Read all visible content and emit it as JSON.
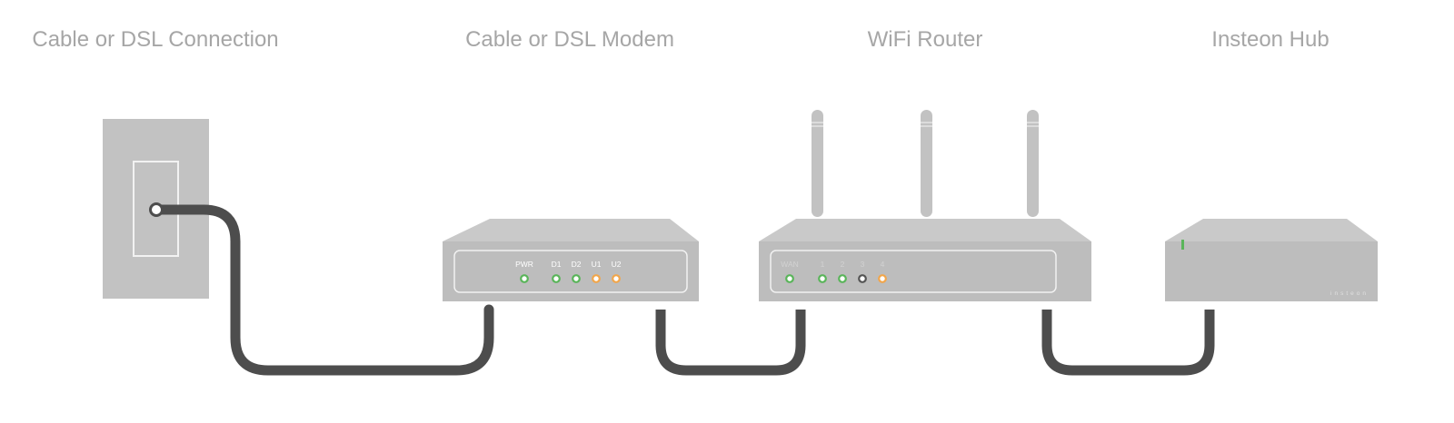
{
  "captions": {
    "connection": "Cable or DSL Connection",
    "modem": "Cable or DSL Modem",
    "router": "WiFi Router",
    "hub": "Insteon Hub"
  },
  "modem": {
    "labels": [
      "PWR",
      "D1",
      "D2",
      "U1",
      "U2"
    ],
    "led_states": [
      "green",
      "green",
      "green",
      "orange",
      "orange"
    ]
  },
  "router": {
    "labels": [
      "WAN",
      "1",
      "2",
      "3",
      "4"
    ],
    "led_states": [
      "green",
      "green",
      "green",
      "off",
      "orange"
    ]
  },
  "hub": {
    "brand_mark": "insteon"
  },
  "colors": {
    "device_top": "#c9c9c9",
    "device_front": "#bdbdbd",
    "panel_outline": "#f2f2f2",
    "cable": "#4d4d4d",
    "led_green": "#5ab55a",
    "led_orange": "#f2a64b",
    "led_off": "#555555",
    "caption_text": "#a6a6a6"
  }
}
